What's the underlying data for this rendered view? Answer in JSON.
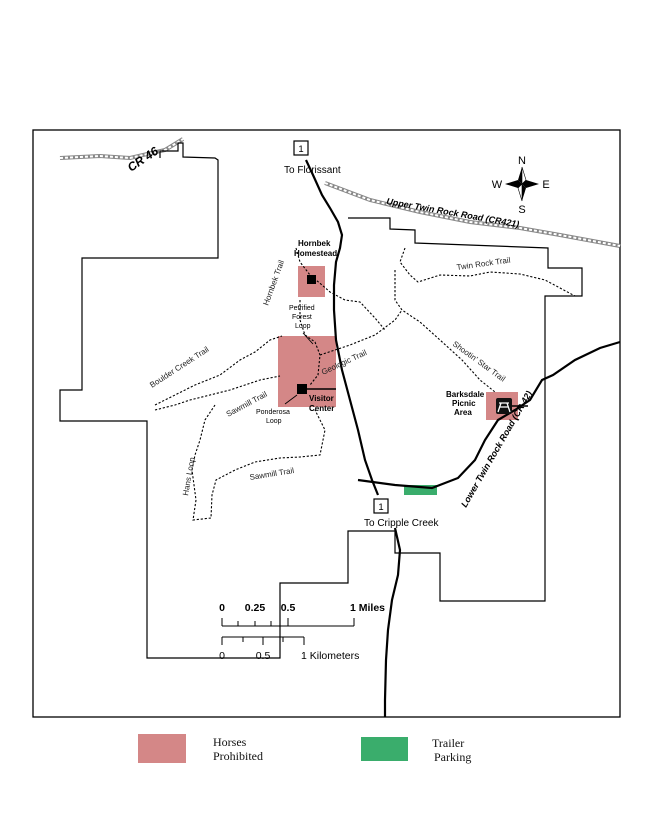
{
  "colors": {
    "horses_prohibited": "#d48787",
    "trailer_parking": "#3aad6c",
    "boundary": "#000000",
    "road": "#000000",
    "trail": "#000000",
    "county_road": "#777777"
  },
  "roads": {
    "cr46": "CR 46",
    "upper_twin_rock": "Upper Twin Rock Road (CR421)",
    "lower_twin_rock": "Lower Twin Rock Road (CR 42)",
    "route_shield_north": "1",
    "route_shield_south": "1",
    "to_florissant": "To Florissant",
    "to_cripple_creek": "To Cripple Creek"
  },
  "places": {
    "hornbek_homestead": "Hornbek",
    "hornbek_homestead_2": "Homestead",
    "visitor_center": "Visitor",
    "visitor_center_2": "Center",
    "barksdale": "Barksdale",
    "barksdale_2": "Picnic",
    "barksdale_3": "Area",
    "petrified_forest": "Petrified",
    "petrified_forest_2": "Forest",
    "petrified_forest_3": "Loop",
    "ponderosa": "Ponderosa",
    "ponderosa_2": "Loop"
  },
  "trails": {
    "hornbek": "Hornbek Trail",
    "twin_rock": "Twin Rock Trail",
    "boulder_creek": "Boulder Creek Trail",
    "geologic": "Geologic Trail",
    "shootin_star": "Shootin' Star Trail",
    "sawmill_upper": "Sawmill Trail",
    "sawmill_lower": "Sawmill Trail",
    "hans_loop": "Hans Loop"
  },
  "compass": {
    "n": "N",
    "s": "S",
    "e": "E",
    "w": "W",
    "icon": "compass-rose-icon"
  },
  "scale": {
    "miles_ticks": [
      "0",
      "0.25",
      "0.5",
      "1 Miles"
    ],
    "km_ticks": [
      "0",
      "0.5",
      "1 Kilometers"
    ]
  },
  "legend": {
    "horses_prohibited": {
      "line1": "Horses",
      "line2": "Prohibited"
    },
    "trailer_parking": {
      "line1": "Trailer",
      "line2": "Parking"
    }
  },
  "icons": {
    "picnic": "picnic-table-icon",
    "building": "building-icon"
  }
}
